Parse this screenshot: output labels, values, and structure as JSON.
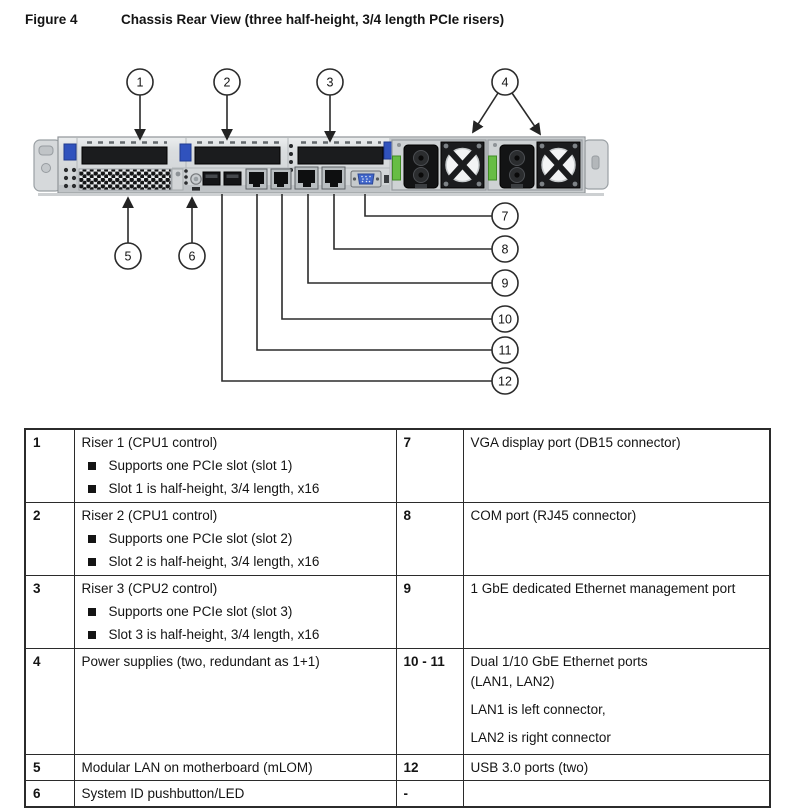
{
  "figure": {
    "label": "Figure 4",
    "title": "Chassis Rear View (three half-height, 3/4 length PCIe risers)"
  },
  "diagram": {
    "description": "Server chassis rear view with numbered callouts",
    "callouts": [
      {
        "n": "1"
      },
      {
        "n": "2"
      },
      {
        "n": "3"
      },
      {
        "n": "4"
      },
      {
        "n": "5"
      },
      {
        "n": "6"
      },
      {
        "n": "7"
      },
      {
        "n": "8"
      },
      {
        "n": "9"
      },
      {
        "n": "10"
      },
      {
        "n": "11"
      },
      {
        "n": "12"
      }
    ],
    "colors": {
      "chassis_gray": "#d8dbdd",
      "slot_black": "#1b1c1e",
      "riser_clip_blue": "#3052bd",
      "vga_blue": "#4066cb",
      "psu_latch_green": "#67bd44",
      "callout_line": "#2b2b2b"
    }
  },
  "table": {
    "rows": [
      {
        "left_num": "1",
        "left_title": "Riser 1 (CPU1 control)",
        "left_bullets": [
          "Supports one PCIe slot (slot 1)",
          "Slot 1 is half-height, 3/4 length, x16"
        ],
        "right_num": "7",
        "right_lines": [
          "VGA display port (DB15 connector)"
        ]
      },
      {
        "left_num": "2",
        "left_title": "Riser 2 (CPU1 control)",
        "left_bullets": [
          "Supports one PCIe slot (slot 2)",
          "Slot 2 is half-height, 3/4 length, x16"
        ],
        "right_num": "8",
        "right_lines": [
          "COM port (RJ45 connector)"
        ]
      },
      {
        "left_num": "3",
        "left_title": "Riser 3 (CPU2 control)",
        "left_bullets": [
          "Supports one PCIe slot (slot 3)",
          "Slot 3 is half-height, 3/4 length, x16"
        ],
        "right_num": "9",
        "right_lines": [
          "1 GbE dedicated Ethernet management port"
        ]
      },
      {
        "left_num": "4",
        "left_title": "Power supplies (two, redundant as 1+1)",
        "left_bullets": [],
        "right_num": "10 - 11",
        "right_lines": [
          "Dual 1/10 GbE Ethernet ports",
          "(LAN1, LAN2)",
          "LAN1 is left connector,",
          "LAN2 is right connector"
        ]
      },
      {
        "left_num": "5",
        "left_title": "Modular LAN on motherboard (mLOM)",
        "left_bullets": [],
        "right_num": "12",
        "right_lines": [
          "USB 3.0 ports (two)"
        ]
      },
      {
        "left_num": "6",
        "left_title": "System ID pushbutton/LED",
        "left_bullets": [],
        "right_num": "-",
        "right_lines": []
      }
    ]
  }
}
